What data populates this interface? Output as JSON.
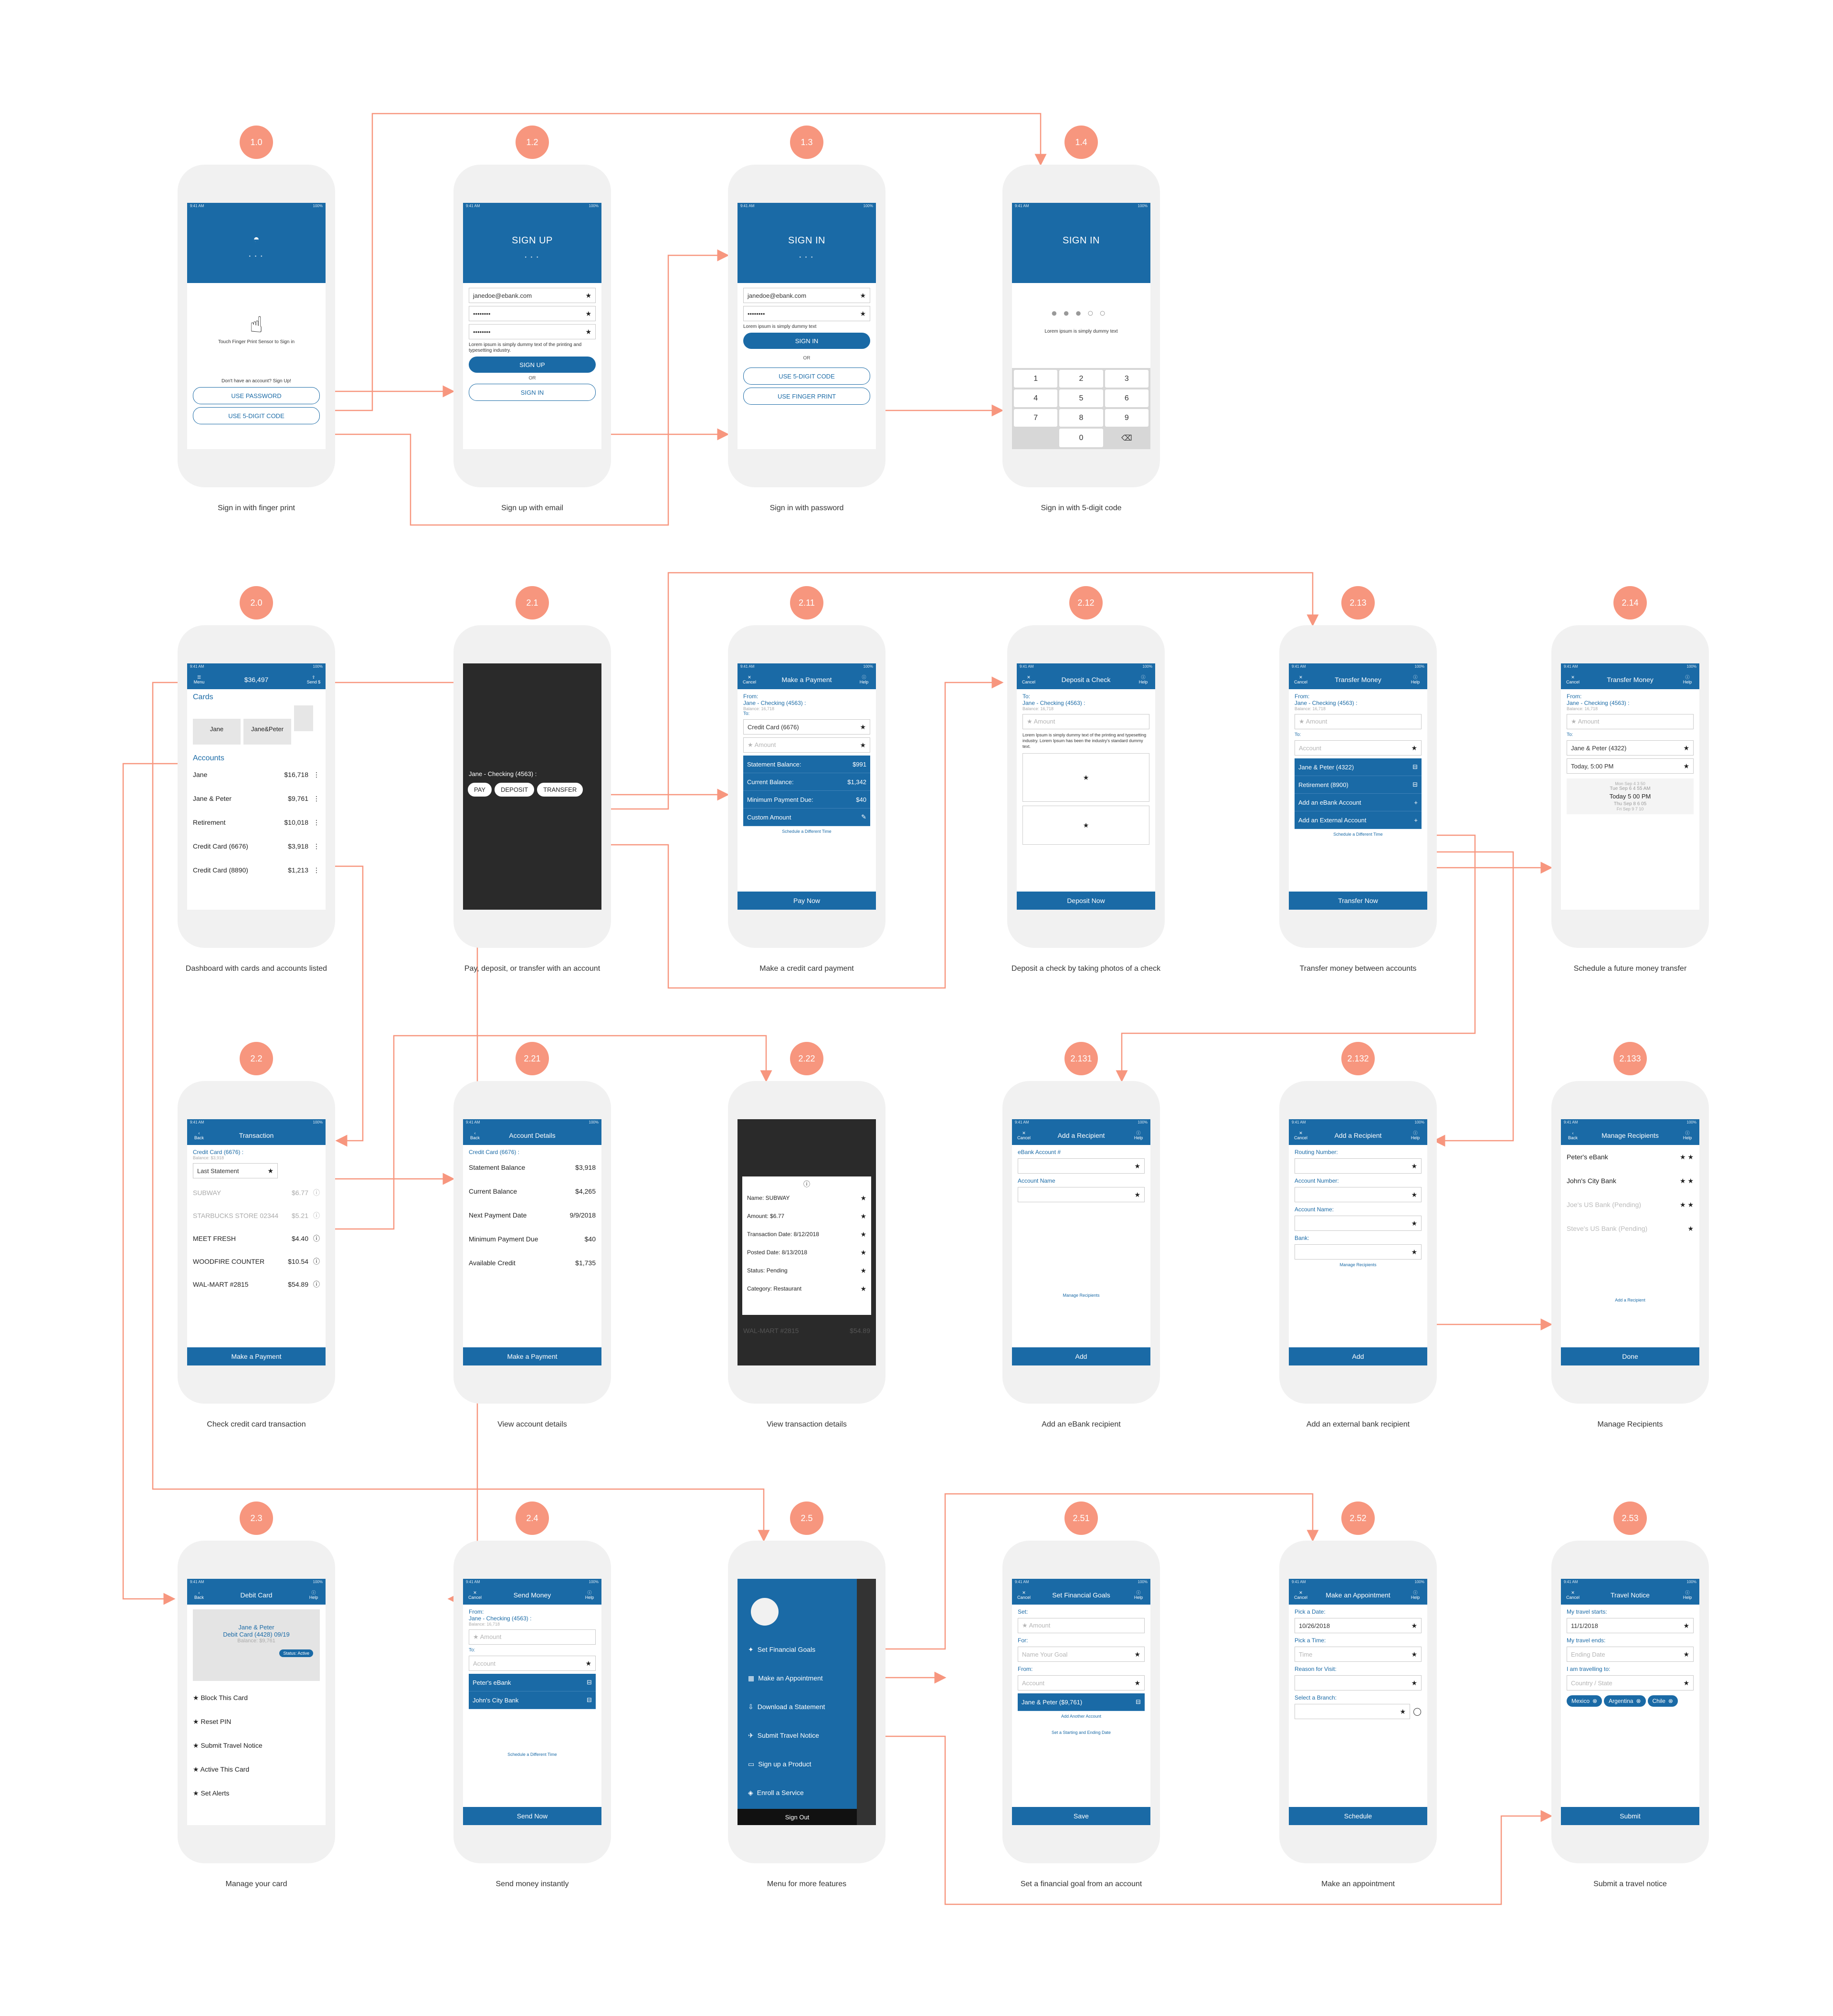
{
  "colors": {
    "brand": "#1a6aa6",
    "accent": "#f7967e",
    "phone": "#f1f1f1"
  },
  "status_bar": {
    "time": "9:41 AM",
    "battery": "100%"
  },
  "screens": {
    "s10": {
      "badge": "1.0",
      "caption": "Sign in with finger print",
      "fingerprint_text": "Touch Finger Print Sensor to Sign in",
      "signup_prompt": "Don't have an account? Sign Up!",
      "use_password": "USE PASSWORD",
      "use_code": "USE 5-DIGIT CODE"
    },
    "s12": {
      "badge": "1.2",
      "caption": "Sign up with email",
      "title": "SIGN UP",
      "email": "janedoe@ebank.com",
      "password": "••••••••",
      "confirm": "••••••••",
      "terms": "Lorem ipsum is simply dummy text of the printing and typesetting industry.",
      "signup_btn": "SIGN UP",
      "or": "OR",
      "signin_btn": "SIGN IN"
    },
    "s13": {
      "badge": "1.3",
      "caption": "Sign in with password",
      "title": "SIGN IN",
      "email": "janedoe@ebank.com",
      "password": "••••••••",
      "note": "Lorem ipsum is simply dummy text",
      "signin_btn": "SIGN IN",
      "or": "OR",
      "use_code": "USE 5-DIGIT CODE",
      "use_fp": "USE FINGER PRINT"
    },
    "s14": {
      "badge": "1.4",
      "caption": "Sign in with 5-digit code",
      "title": "SIGN IN",
      "note": "Lorem ipsum is simply dummy text",
      "keys": [
        "1",
        "2",
        "3",
        "4",
        "5",
        "6",
        "7",
        "8",
        "9",
        "",
        "0",
        "⌫"
      ]
    },
    "s20": {
      "badge": "2.0",
      "caption": "Dashboard with cards and accounts listed",
      "menu": "Menu",
      "balance": "$36,497",
      "send": "Send $",
      "cards_label": "Cards",
      "cards": [
        "Jane",
        "Jane&Peter"
      ],
      "accounts_label": "Accounts",
      "accounts": [
        {
          "name": "Jane",
          "value": "$16,718"
        },
        {
          "name": "Jane & Peter",
          "value": "$9,761"
        },
        {
          "name": "Retirement",
          "value": "$10,018"
        },
        {
          "name": "Credit Card (6676)",
          "value": "$3,918"
        },
        {
          "name": "Credit Card (8890)",
          "value": "$1,213"
        }
      ]
    },
    "s21": {
      "badge": "2.1",
      "caption": "Pay, deposit, or transfer with an account",
      "account": "Jane - Checking (4563) :",
      "actions": [
        "PAY",
        "DEPOSIT",
        "TRANSFER"
      ]
    },
    "s211": {
      "badge": "2.11",
      "caption": "Make a credit card payment",
      "title": "Make a Payment",
      "cancel": "Cancel",
      "help": "Help",
      "from_label": "From:",
      "from": "Jane - Checking (4563) :",
      "balance": "Balance: 16,718",
      "to_label": "To:",
      "to": "Credit Card (6676)",
      "amount_ph": "Amount",
      "options": [
        {
          "label": "Statement Balance:",
          "value": "$991"
        },
        {
          "label": "Current Balance:",
          "value": "$1,342"
        },
        {
          "label": "Minimum Payment Due:",
          "value": "$40"
        },
        {
          "label": "Custom Amount",
          "value": ""
        }
      ],
      "schedule": "Schedule a Different Time",
      "bottom": "Pay Now"
    },
    "s212": {
      "badge": "2.12",
      "caption": "Deposit a check by taking photos of a check",
      "title": "Deposit a Check",
      "cancel": "Cancel",
      "help": "Help",
      "to_label": "To:",
      "to": "Jane - Checking (4563) :",
      "balance": "Balance: 16,718",
      "amount_ph": "Amount",
      "note": "Lorem Ipsum is simply dummy text of the printing and typesetting industry. Lorem Ipsum has been the industry's standard dummy text.",
      "bottom": "Deposit Now"
    },
    "s213": {
      "badge": "2.13",
      "caption": "Transfer money between accounts",
      "title": "Transfer Money",
      "cancel": "Cancel",
      "help": "Help",
      "from_label": "From:",
      "from": "Jane - Checking (4563) :",
      "balance": "Balance: 16,718",
      "amount_ph": "Amount",
      "to_label": "To:",
      "account_ph": "Account",
      "options": [
        "Jane & Peter (4322)",
        "Retirement (8900)",
        "Add an eBank Account",
        "Add an External Account"
      ],
      "schedule": "Schedule a Different Time",
      "bottom": "Transfer Now"
    },
    "s214": {
      "badge": "2.14",
      "caption": "Schedule a future money transfer",
      "title": "Transfer Money",
      "cancel": "Cancel",
      "help": "Help",
      "from_label": "From:",
      "from": "Jane - Checking (4563) :",
      "balance": "Balance: 16,718",
      "amount_ph": "Amount",
      "to_label": "To:",
      "to": "Jane & Peter (4322)",
      "date": "Today, 5:00 PM",
      "picker_prev": [
        "Mon Sep 4   3  50",
        "Tue Sep 6   4  55  AM"
      ],
      "picker_sel": "Today   5   00   PM",
      "picker_next": [
        "Thu Sep 8   6  05",
        "Fri Sep 9   7  10"
      ]
    },
    "s22": {
      "badge": "2.2",
      "caption": "Check credit card transaction",
      "title": "Transaction",
      "back": "Back",
      "card": "Credit Card (6676) :",
      "balance": "Balance: $3,918",
      "statement": "Last Statement",
      "items": [
        {
          "name": "SUBWAY",
          "value": "$6.77",
          "muted": true
        },
        {
          "name": "STARBUCKS STORE 02344",
          "value": "$5.21",
          "muted": true
        },
        {
          "name": "MEET FRESH",
          "value": "$4.40",
          "muted": false
        },
        {
          "name": "WOODFIRE COUNTER",
          "value": "$10.54",
          "muted": false
        },
        {
          "name": "WAL-MART #2815",
          "value": "$54.89",
          "muted": false
        }
      ],
      "bottom": "Make a Payment"
    },
    "s221": {
      "badge": "2.21",
      "caption": "View account details",
      "title": "Account Details",
      "back": "Back",
      "card": "Credit Card (6676) :",
      "rows": [
        {
          "label": "Statement Balance",
          "value": "$3,918"
        },
        {
          "label": "Current Balance",
          "value": "$4,265"
        },
        {
          "label": "Next Payment Date",
          "value": "9/9/2018"
        },
        {
          "label": "Minimum Payment Due",
          "value": "$40"
        },
        {
          "label": "Available Credit",
          "value": "$1,735"
        }
      ],
      "bottom": "Make a Payment"
    },
    "s222": {
      "badge": "2.22",
      "caption": "View transaction details",
      "rows": [
        "Name: SUBWAY",
        "Amount: $6.77",
        "Transaction Date: 8/12/2018",
        "Posted Date: 8/13/2018",
        "Status: Pending",
        "Category: Restaurant"
      ],
      "bg_item": "WAL-MART #2815",
      "bg_value": "$54.89"
    },
    "s2131": {
      "badge": "2.131",
      "caption": "Add an eBank recipient",
      "title": "Add a Recipient",
      "cancel": "Cancel",
      "help": "Help",
      "l1": "eBank Account #",
      "l2": "Account Name",
      "manage": "Manage Recipients",
      "bottom": "Add"
    },
    "s2132": {
      "badge": "2.132",
      "caption": "Add an external bank recipient",
      "title": "Add a Recipient",
      "cancel": "Cancel",
      "help": "Help",
      "labels": [
        "Routing Number:",
        "Account Number:",
        "Account Name:",
        "Bank:"
      ],
      "manage": "Manage Recipients",
      "bottom": "Add"
    },
    "s2133": {
      "badge": "2.133",
      "caption": "Manage Recipients",
      "title": "Manage Recipients",
      "back": "Back",
      "help": "Help",
      "items": [
        {
          "name": "Peter's eBank",
          "muted": false
        },
        {
          "name": "John's City Bank",
          "muted": false
        },
        {
          "name": "Joe's US Bank (Pending)",
          "muted": true
        },
        {
          "name": "Steve's US Bank (Pending)",
          "muted": true
        }
      ],
      "add": "Add a Recipient",
      "bottom": "Done"
    },
    "s23": {
      "badge": "2.3",
      "caption": "Manage your card",
      "title": "Debit Card",
      "back": "Back",
      "help": "Help",
      "card_name": "Jane & Peter",
      "card_num": "Debit Card (4428) 09/19",
      "card_bal": "Balance: $9,761",
      "status": "Status: Active",
      "items": [
        "Block This Card",
        "Reset PIN",
        "Submit Travel Notice",
        "Active This Card",
        "Set Alerts"
      ]
    },
    "s24": {
      "badge": "2.4",
      "caption": "Send money instantly",
      "title": "Send Money",
      "cancel": "Cancel",
      "help": "Help",
      "from_label": "From:",
      "from": "Jane - Checking (4563) :",
      "balance": "Balance: 16,718",
      "amount_ph": "Amount",
      "to_label": "To:",
      "account_ph": "Account",
      "options": [
        "Peter's eBank",
        "John's City Bank"
      ],
      "schedule": "Schedule a Different Time",
      "bottom": "Send Now"
    },
    "s25": {
      "badge": "2.5",
      "caption": "Menu for more features",
      "items": [
        "Set Financial Goals",
        "Make an Appointment",
        "Download a Statement",
        "Submit Travel Notice",
        "Sign up a Product",
        "Enroll a Service"
      ],
      "signout": "Sign Out"
    },
    "s251": {
      "badge": "2.51",
      "caption": "Set a financial goal from an account",
      "title": "Set Financial Goals",
      "cancel": "Cancel",
      "help": "Help",
      "set_label": "Set:",
      "amount_ph": "Amount",
      "for_label": "For:",
      "goal_ph": "Name Your Goal",
      "from_label": "From:",
      "account_ph": "Account",
      "from_sel": "Jane & Peter ($9,761)",
      "add_acc": "Add Another Account",
      "set_dates": "Set a Starting and Ending Date",
      "bottom": "Save"
    },
    "s252": {
      "badge": "2.52",
      "caption": "Make an appointment",
      "title": "Make an Appointment",
      "cancel": "Cancel",
      "help": "Help",
      "date_label": "Pick a Date:",
      "date": "10/26/2018",
      "time_label": "Pick a Time:",
      "time_ph": "Time",
      "reason_label": "Reason for Visit:",
      "branch_label": "Select a Branch:",
      "bottom": "Schedule"
    },
    "s253": {
      "badge": "2.53",
      "caption": "Submit a travel notice",
      "title": "Travel Notice",
      "cancel": "Cancel",
      "help": "Help",
      "start_label": "My travel starts:",
      "start": "11/1/2018",
      "end_label": "My travel ends:",
      "end_ph": "Ending Date",
      "to_label": "I am travelling to:",
      "country_ph": "Country / State",
      "chips": [
        "Mexico",
        "Argentina",
        "Chile"
      ],
      "bottom": "Submit"
    }
  }
}
